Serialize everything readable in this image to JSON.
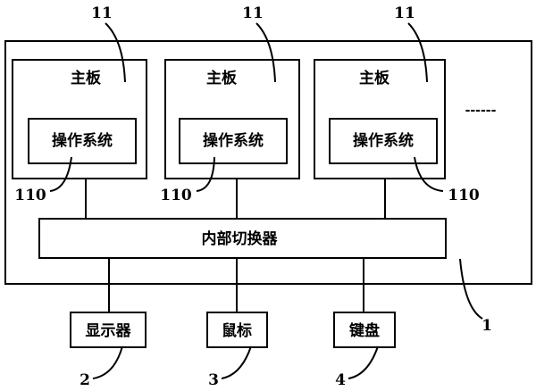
{
  "diagram": {
    "system_ref": "1",
    "ellipsis": "------",
    "boards": [
      {
        "ref": "11",
        "label": "主板",
        "os_label": "操作系统",
        "os_ref": "110"
      },
      {
        "ref": "11",
        "label": "主板",
        "os_label": "操作系统",
        "os_ref": "110"
      },
      {
        "ref": "11",
        "label": "主板",
        "os_label": "操作系统",
        "os_ref": "110"
      }
    ],
    "switch_label": "内部切换器",
    "peripherals": [
      {
        "label": "显示器",
        "ref": "2"
      },
      {
        "label": "鼠标",
        "ref": "3"
      },
      {
        "label": "键盘",
        "ref": "4"
      }
    ]
  }
}
